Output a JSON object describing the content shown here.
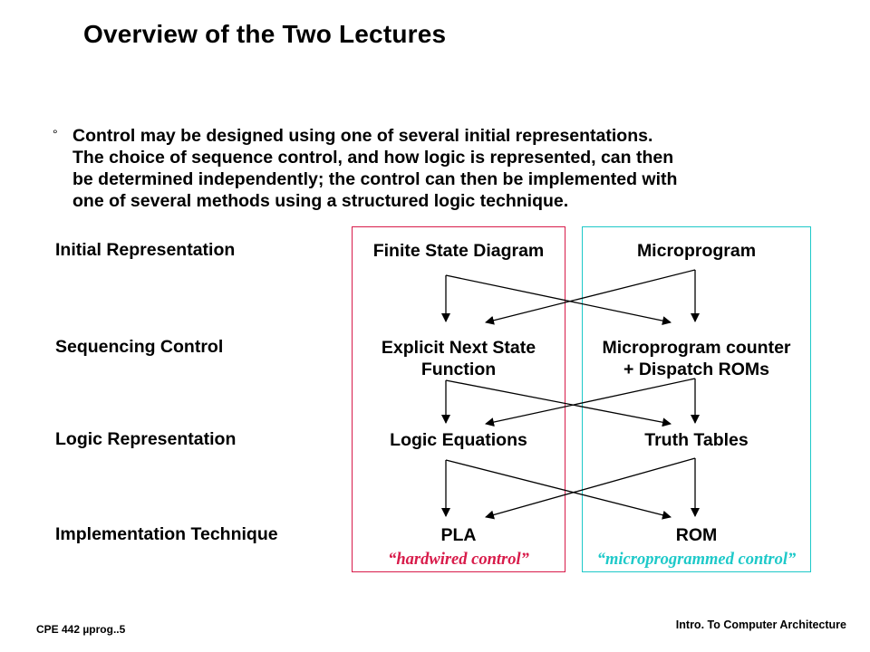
{
  "slide": {
    "title": "Overview of the Two Lectures",
    "bullet_marker": "°",
    "bullet_lines": [
      "Control may be designed using one of several initial representations.",
      "The choice of sequence control, and how logic is represented, can then",
      "be determined independently; the control can then be implemented with",
      "one of several methods using a structured logic technique."
    ]
  },
  "rows": [
    {
      "label": "Initial Representation",
      "left": [
        "Finite State Diagram"
      ],
      "right": [
        "Microprogram"
      ]
    },
    {
      "label": "Sequencing Control",
      "left": [
        "Explicit Next State",
        "Function"
      ],
      "right": [
        "Microprogram counter",
        "+ Dispatch ROMs"
      ]
    },
    {
      "label": "Logic Representation",
      "left": [
        "Logic Equations"
      ],
      "right": [
        "Truth Tables"
      ]
    },
    {
      "label": "Implementation Technique",
      "left": [
        "PLA"
      ],
      "right": [
        "ROM"
      ]
    }
  ],
  "captions": {
    "hardwired": "“hardwired control”",
    "microprogrammed": "“microprogrammed control”"
  },
  "colors": {
    "hardwired": "#d81b4a",
    "microprogrammed": "#1ec9c9",
    "arrow": "#000000"
  },
  "footer": {
    "left": "CPE 442  µprog..5",
    "right": "Intro. To Computer Architecture"
  }
}
